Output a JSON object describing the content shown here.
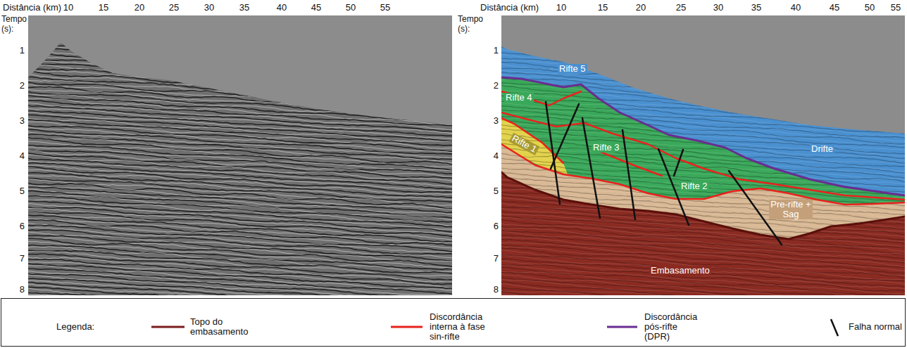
{
  "diagram": {
    "labels": [
      "Distância (km)",
      "10",
      "15",
      "20",
      "25",
      "30",
      "35",
      "40",
      "45",
      "50",
      "55",
      "Tempo (s):",
      "1",
      "2",
      "3",
      "4",
      "5",
      "6",
      "7",
      "8",
      "Distância (km)",
      "10",
      "15",
      "20",
      "25",
      "30",
      "35",
      "40",
      "45",
      "50",
      "55",
      "Tempo (s):",
      "1",
      "2",
      "3",
      "4",
      "5",
      "6",
      "7",
      "8",
      "Rifte 5",
      "Rifte 4",
      "Rifte 1",
      "Rifte 3",
      "Rifte 2",
      "Drifte",
      "Pre-rifte + Sag",
      "Embasamento",
      "Legenda:"
    ],
    "legend": [
      {
        "text": "Topo do embasamento"
      },
      {
        "text": "Discordância interna à fase sin-rifte"
      },
      {
        "text": "Discordância pós-rifte (DPR)"
      },
      {
        "text": "Falha normal"
      }
    ]
  }
}
